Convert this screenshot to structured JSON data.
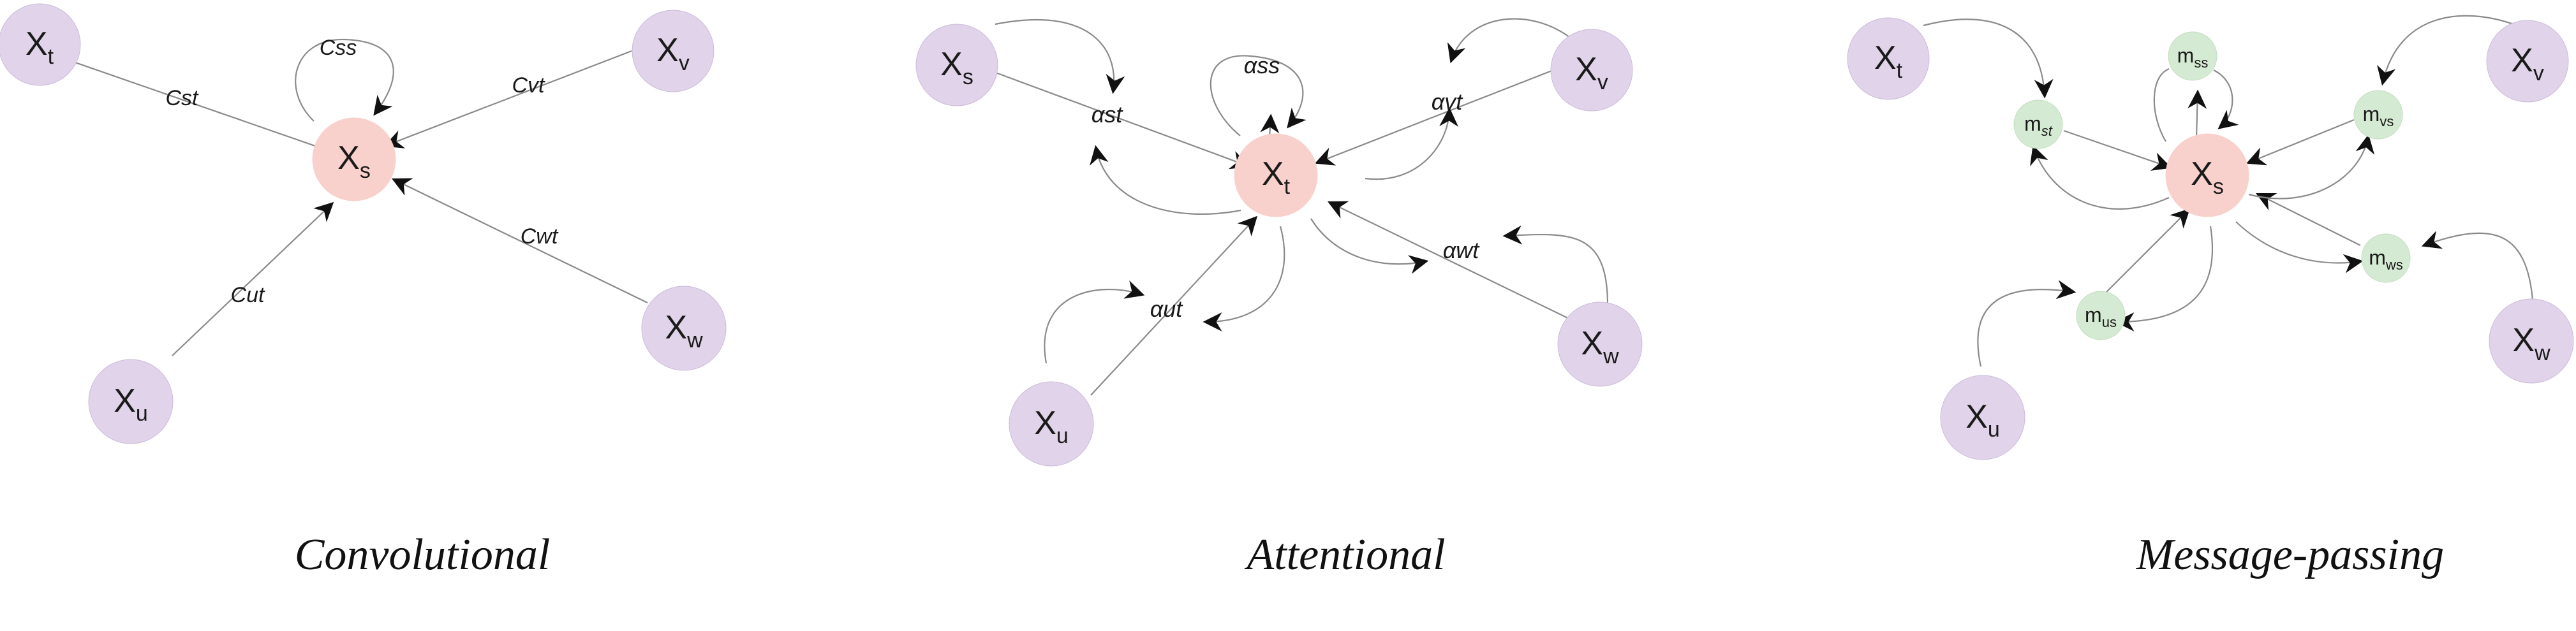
{
  "colors": {
    "outer_node": "#e0d3ea",
    "center_node": "#f9d1cc",
    "message_node": "#d5ead3",
    "edge": "#8a8a8a",
    "arrowhead": "#111111"
  },
  "panels": [
    {
      "caption": "Convolutional",
      "nodes": {
        "center": {
          "base": "X",
          "sub": "s"
        },
        "t": {
          "base": "X",
          "sub": "t"
        },
        "v": {
          "base": "X",
          "sub": "v"
        },
        "u": {
          "base": "X",
          "sub": "u"
        },
        "w": {
          "base": "X",
          "sub": "w"
        }
      },
      "edge_labels": {
        "self": "Css",
        "t": "Cst",
        "v": "Cvt",
        "u": "Cut",
        "w": "Cwt"
      }
    },
    {
      "caption": "Attentional",
      "nodes": {
        "center": {
          "base": "X",
          "sub": "t"
        },
        "s": {
          "base": "X",
          "sub": "s"
        },
        "v": {
          "base": "X",
          "sub": "v"
        },
        "u": {
          "base": "X",
          "sub": "u"
        },
        "w": {
          "base": "X",
          "sub": "w"
        }
      },
      "edge_labels": {
        "self": "αss",
        "s": "αst",
        "v": "αvt",
        "u": "αut",
        "w": "αwt"
      }
    },
    {
      "caption": "Message-passing",
      "nodes": {
        "center": {
          "base": "X",
          "sub": "s"
        },
        "t": {
          "base": "X",
          "sub": "t"
        },
        "v": {
          "base": "X",
          "sub": "v"
        },
        "u": {
          "base": "X",
          "sub": "u"
        },
        "w": {
          "base": "X",
          "sub": "w"
        }
      },
      "messages": {
        "ss": {
          "base": "m",
          "sub": "ss"
        },
        "st": {
          "base": "m",
          "sub": "st"
        },
        "vs": {
          "base": "m",
          "sub": "vs"
        },
        "us": {
          "base": "m",
          "sub": "us"
        },
        "ws": {
          "base": "m",
          "sub": "ws"
        }
      }
    }
  ]
}
